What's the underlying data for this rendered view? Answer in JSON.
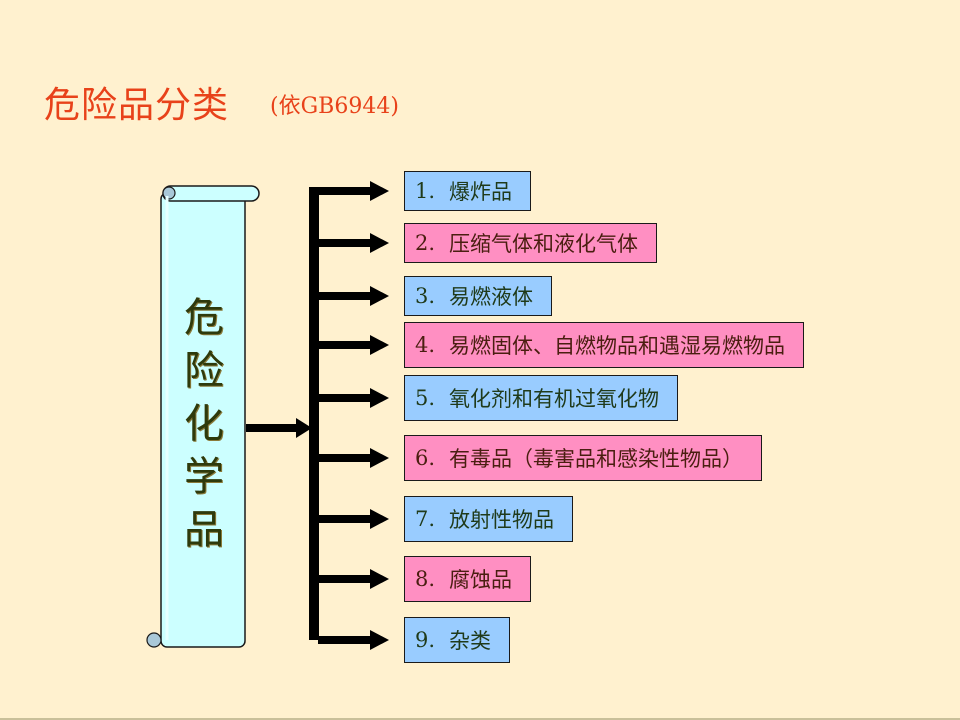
{
  "slide": {
    "title": "危险品分类",
    "subtitle": "(依GB6944)",
    "root_node": {
      "chars": [
        "危",
        "险",
        "化",
        "学",
        "品"
      ],
      "label": "危险化学品",
      "shape": "scroll"
    },
    "categories": [
      {
        "num": "1.",
        "label": "爆炸品",
        "style": "blue"
      },
      {
        "num": "2.",
        "label": "压缩气体和液化气体",
        "style": "pink"
      },
      {
        "num": "3.",
        "label": "易燃液体",
        "style": "blue"
      },
      {
        "num": "4.",
        "label": "易燃固体、自燃物品和遇湿易燃物品",
        "style": "pink"
      },
      {
        "num": "5.",
        "label": "氧化剂和有机过氧化物",
        "style": "blue"
      },
      {
        "num": "6.",
        "label": "有毒品（毒害品和感染性物品）",
        "style": "pink"
      },
      {
        "num": "7.",
        "label": "放射性物品",
        "style": "blue"
      },
      {
        "num": "8.",
        "label": "腐蚀品",
        "style": "pink"
      },
      {
        "num": "9.",
        "label": "杂类",
        "style": "blue"
      }
    ]
  },
  "colors": {
    "background": "#fff1cf",
    "title": "#e8421a",
    "blue_box": "#99ccff",
    "pink_box": "#ff8fc2",
    "scroll_fill": "#ccffff",
    "arrows": "#000000"
  }
}
